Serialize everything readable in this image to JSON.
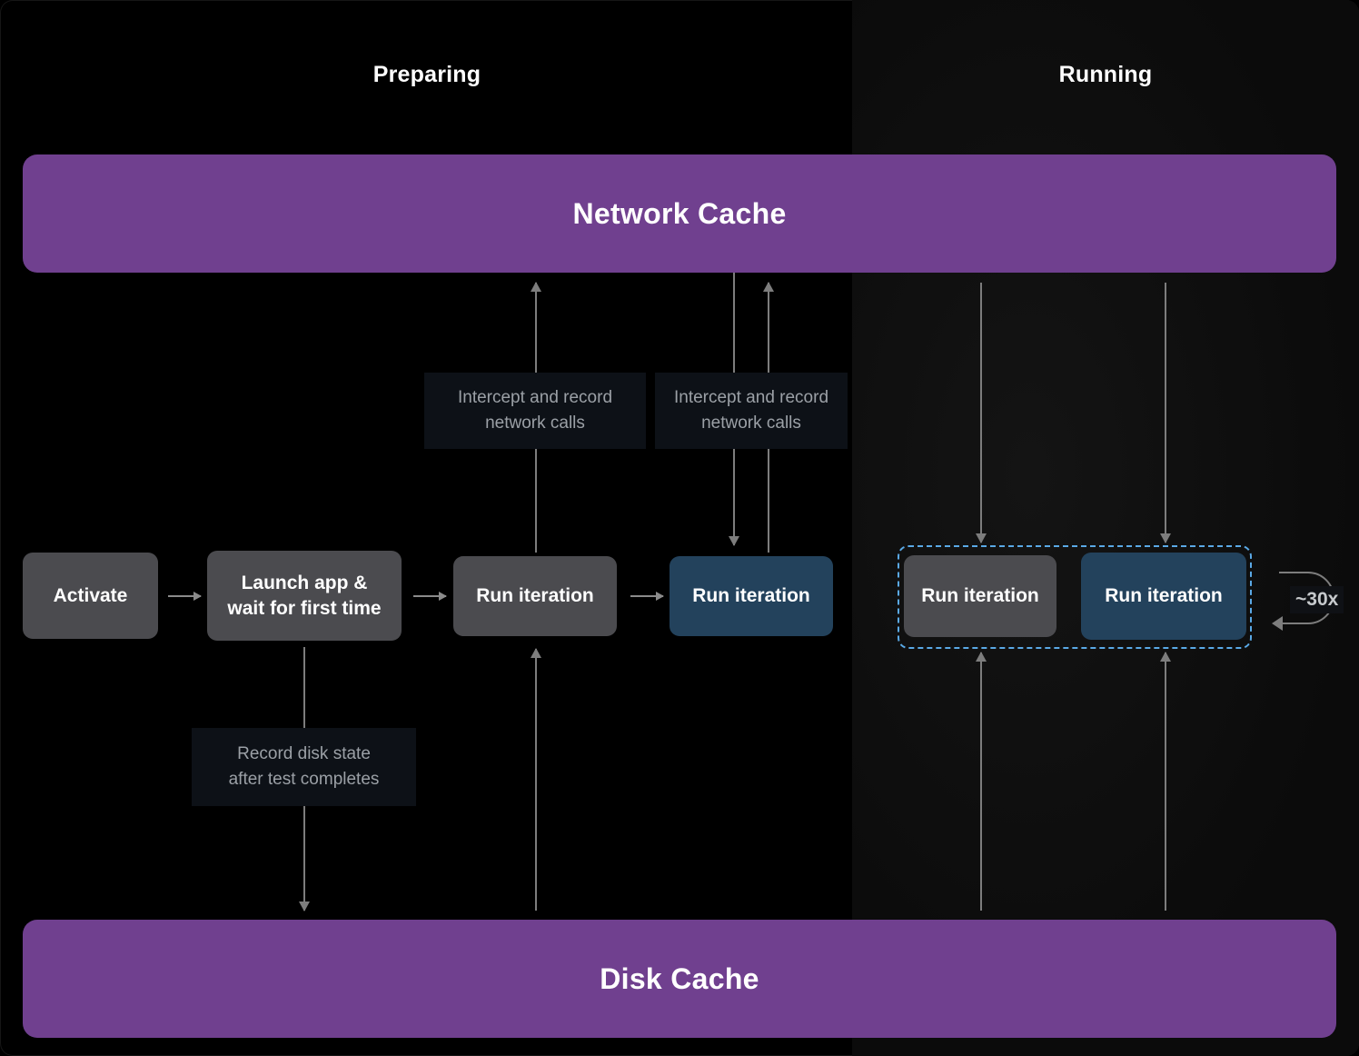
{
  "columns": {
    "preparing": "Preparing",
    "running": "Running"
  },
  "caches": {
    "network": "Network Cache",
    "disk": "Disk Cache"
  },
  "nodes": {
    "activate": "Activate",
    "launch": "Launch app &\nwait for first time",
    "launch_line1": "Launch app &",
    "launch_line2": "wait for first time",
    "prep_run_1": "Run iteration",
    "prep_run_2": "Run iteration",
    "running_run_1": "Run iteration",
    "running_run_2": "Run iteration"
  },
  "annotations": {
    "intercept_1_line1": "Intercept and record",
    "intercept_1_line2": "network calls",
    "intercept_2_line1": "Intercept and record",
    "intercept_2_line2": "network calls",
    "disk_state_line1": "Record disk state",
    "disk_state_line2": "after test completes"
  },
  "loop": {
    "label": "~30x"
  },
  "colors": {
    "background": "#000000",
    "panel_running": "#0d0d0d",
    "cache_purple": "#70408F",
    "node_grey": "#4b4b4f",
    "node_blue": "#23425c",
    "dashed_highlight": "#5aa9e6",
    "arrow_grey": "#7d7d7d",
    "chip_background": "#0d1117",
    "chip_text": "#9ba0a6",
    "text_white": "#ffffff"
  }
}
